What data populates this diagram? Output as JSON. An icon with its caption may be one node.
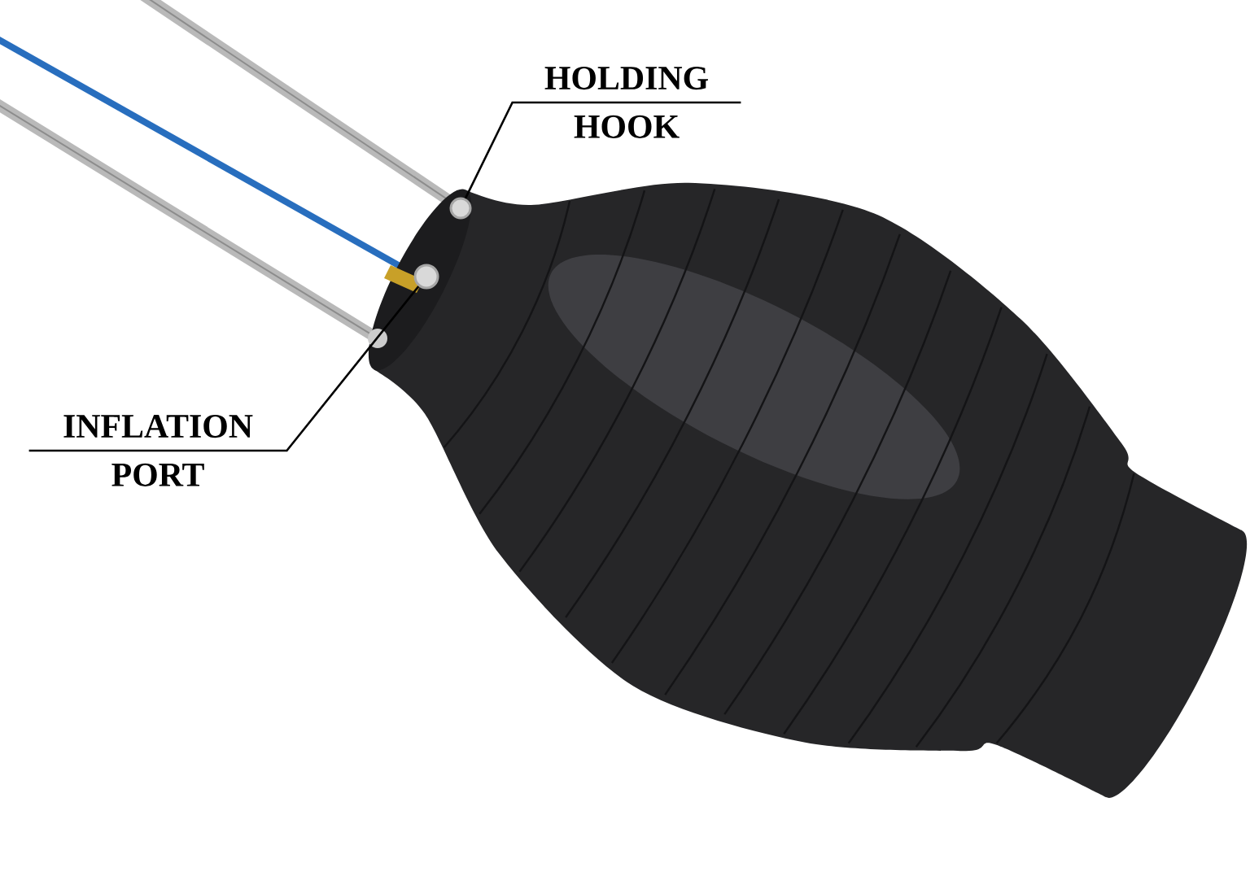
{
  "diagram": {
    "nodes": [
      {
        "text": [
          "HOLDING HOOK"
        ]
      },
      {
        "text": [],
        "shape": "circle"
      },
      {
        "text": [
          "INFLATION PORT"
        ]
      },
      {
        "text": [],
        "shape": "circle"
      }
    ],
    "edges": [
      {
        "from": 0,
        "to": 1,
        "arrow": "none"
      },
      {
        "from": 2,
        "to": 3,
        "arrow": "none"
      }
    ]
  }
}
